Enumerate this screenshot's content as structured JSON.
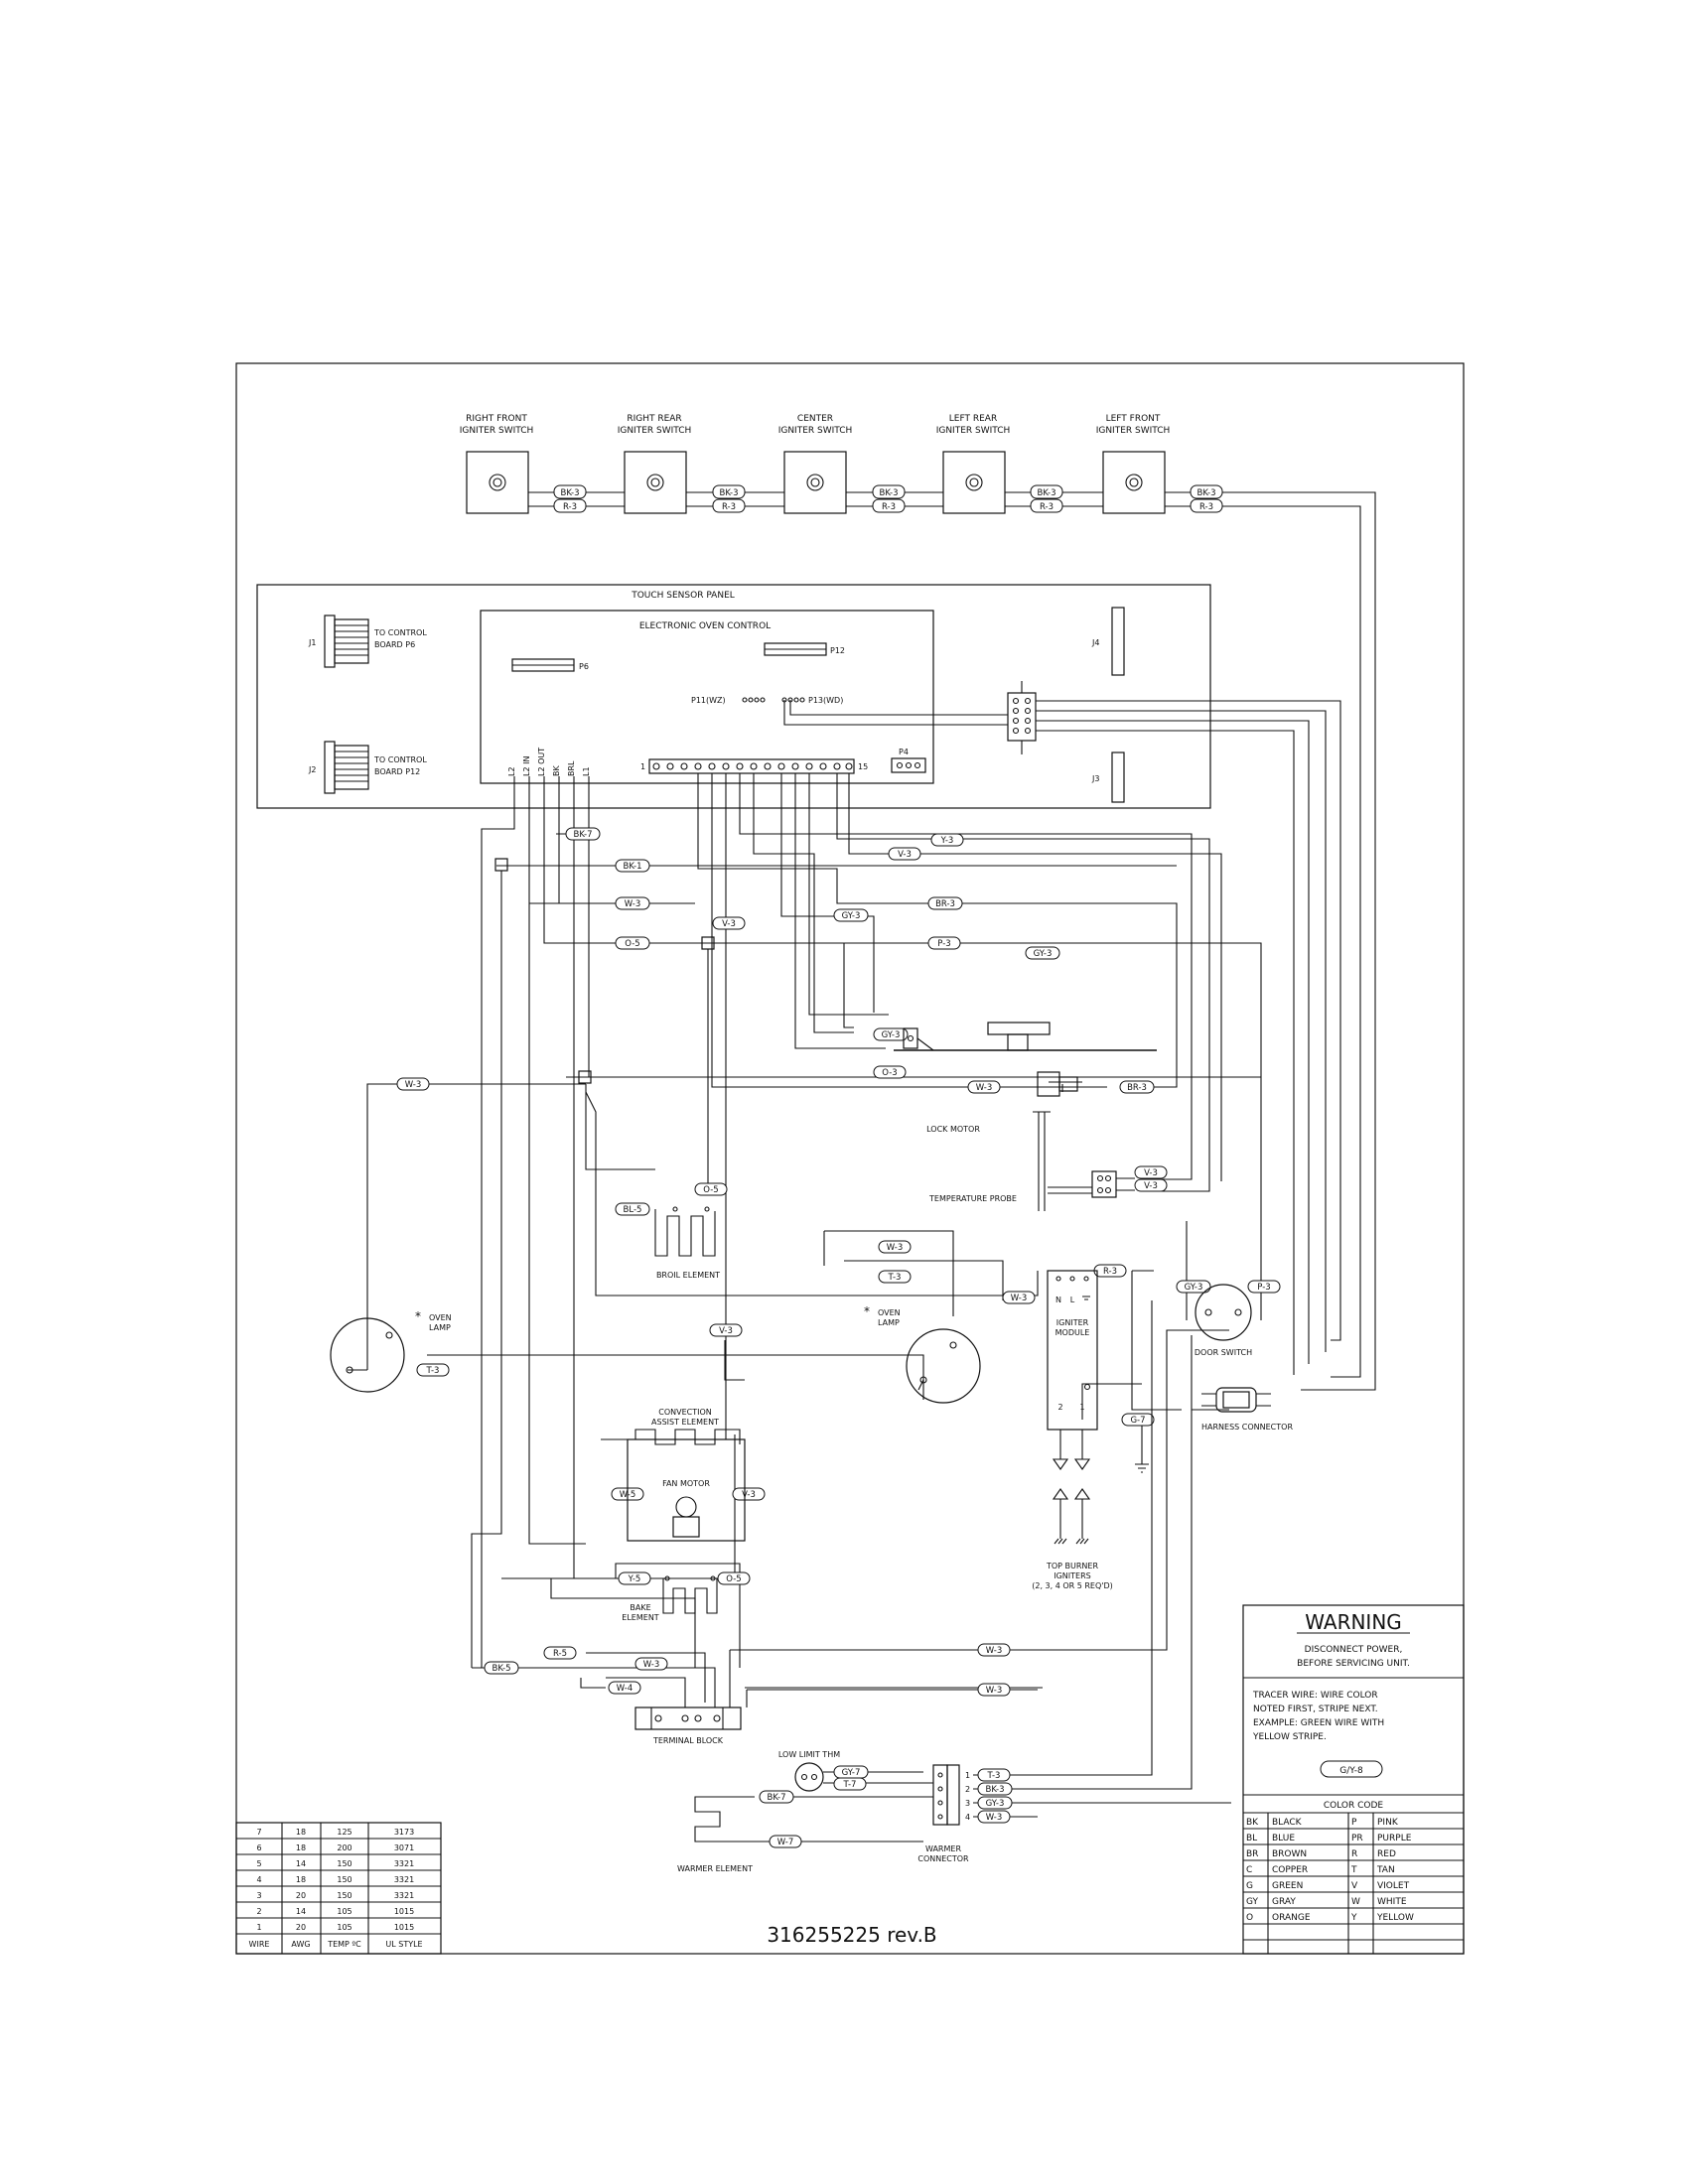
{
  "switches": [
    {
      "label1": "RIGHT FRONT",
      "label2": "IGNITER SWITCH"
    },
    {
      "label1": "RIGHT REAR",
      "label2": "IGNITER SWITCH"
    },
    {
      "label1": "CENTER",
      "label2": "IGNITER SWITCH"
    },
    {
      "label1": "LEFT REAR",
      "label2": "IGNITER SWITCH"
    },
    {
      "label1": "LEFT FRONT",
      "label2": "IGNITER SWITCH"
    }
  ],
  "switch_wires": {
    "top": "BK-3",
    "bottom": "R-3"
  },
  "touch_panel": {
    "title": "TOUCH SENSOR PANEL",
    "j1": "J1",
    "j2": "J2",
    "j3": "J3",
    "j4": "J4",
    "j1_note1": "TO CONTROL",
    "j1_note2": "BOARD P6",
    "j2_note1": "TO CONTROL",
    "j2_note2": "BOARD P12"
  },
  "eoc": {
    "title": "ELECTRONIC OVEN CONTROL",
    "p6": "P6",
    "p12": "P12",
    "p11": "P11(WZ)",
    "p13": "P13(WD)",
    "p4": "P4",
    "pin_first": "1",
    "pin_last": "15",
    "term_labels": [
      "L2",
      "L2 IN",
      "L2 OUT",
      "BK",
      "BRL",
      "L1"
    ]
  },
  "wire_labels": {
    "bk7": "BK-7",
    "bk1": "BK-1",
    "w3": "W-3",
    "o5": "O-5",
    "v3": "V-3",
    "gy3": "GY-3",
    "br3": "BR-3",
    "p3": "P-3",
    "y3": "Y-3",
    "o3": "O-3",
    "bl5": "BL-5",
    "t3": "T-3",
    "r3": "R-3",
    "g7": "G-7",
    "w5": "W-5",
    "y5": "Y-5",
    "r5": "R-5",
    "bk5": "BK-5",
    "w4": "W-4",
    "gy7": "GY-7",
    "t7": "T-7",
    "w7": "W-7",
    "bk3": "BK-3"
  },
  "components": {
    "lock_motor": "LOCK MOTOR",
    "temp_probe": "TEMPERATURE PROBE",
    "broil": "BROIL ELEMENT",
    "oven_lamp1": "OVEN",
    "oven_lamp2": "LAMP",
    "lamp_star": "*",
    "convection1": "CONVECTION",
    "convection2": "ASSIST ELEMENT",
    "fan_motor": "FAN MOTOR",
    "bake1": "BAKE",
    "bake2": "ELEMENT",
    "igniter1": "IGNITER",
    "igniter2": "MODULE",
    "ig_n": "N",
    "ig_l": "L",
    "ig_2": "2",
    "ig_1": "1",
    "door_switch": "DOOR SWITCH",
    "harness": "HARNESS CONNECTOR",
    "top_burner1": "TOP BURNER",
    "top_burner2": "IGNITERS",
    "top_burner3": "(2, 3, 4 OR 5 REQ'D)",
    "terminal_block": "TERMINAL BLOCK",
    "low_limit": "LOW LIMIT THM",
    "warmer_element": "WARMER ELEMENT",
    "warmer_conn1": "WARMER",
    "warmer_conn2": "CONNECTOR",
    "warmer_pins": [
      "1",
      "2",
      "3",
      "4"
    ]
  },
  "wire_table": {
    "headers": [
      "WIRE",
      "AWG",
      "TEMP ºC",
      "UL STYLE"
    ],
    "rows": [
      [
        "7",
        "18",
        "125",
        "3173"
      ],
      [
        "6",
        "18",
        "200",
        "3071"
      ],
      [
        "5",
        "14",
        "150",
        "3321"
      ],
      [
        "4",
        "18",
        "150",
        "3321"
      ],
      [
        "3",
        "20",
        "150",
        "3321"
      ],
      [
        "2",
        "14",
        "105",
        "1015"
      ],
      [
        "1",
        "20",
        "105",
        "1015"
      ]
    ]
  },
  "part_number": "316255225 rev.B",
  "warning": {
    "title": "WARNING",
    "line1": "DISCONNECT POWER,",
    "line2": "BEFORE SERVICING UNIT.",
    "tracer1": "TRACER WIRE:  WIRE COLOR",
    "tracer2": "NOTED FIRST, STRIPE NEXT.",
    "tracer3": "EXAMPLE:  GREEN WIRE WITH",
    "tracer4": "YELLOW STRIPE.",
    "example_label": "G/Y-8"
  },
  "color_code": {
    "title": "COLOR CODE",
    "left": [
      [
        "BK",
        "BLACK"
      ],
      [
        "BL",
        "BLUE"
      ],
      [
        "BR",
        "BROWN"
      ],
      [
        "C",
        "COPPER"
      ],
      [
        "G",
        "GREEN"
      ],
      [
        "GY",
        "GRAY"
      ],
      [
        "O",
        "ORANGE"
      ]
    ],
    "right": [
      [
        "P",
        "PINK"
      ],
      [
        "PR",
        "PURPLE"
      ],
      [
        "R",
        "RED"
      ],
      [
        "T",
        "TAN"
      ],
      [
        "V",
        "VIOLET"
      ],
      [
        "W",
        "WHITE"
      ],
      [
        "Y",
        "YELLOW"
      ]
    ]
  }
}
